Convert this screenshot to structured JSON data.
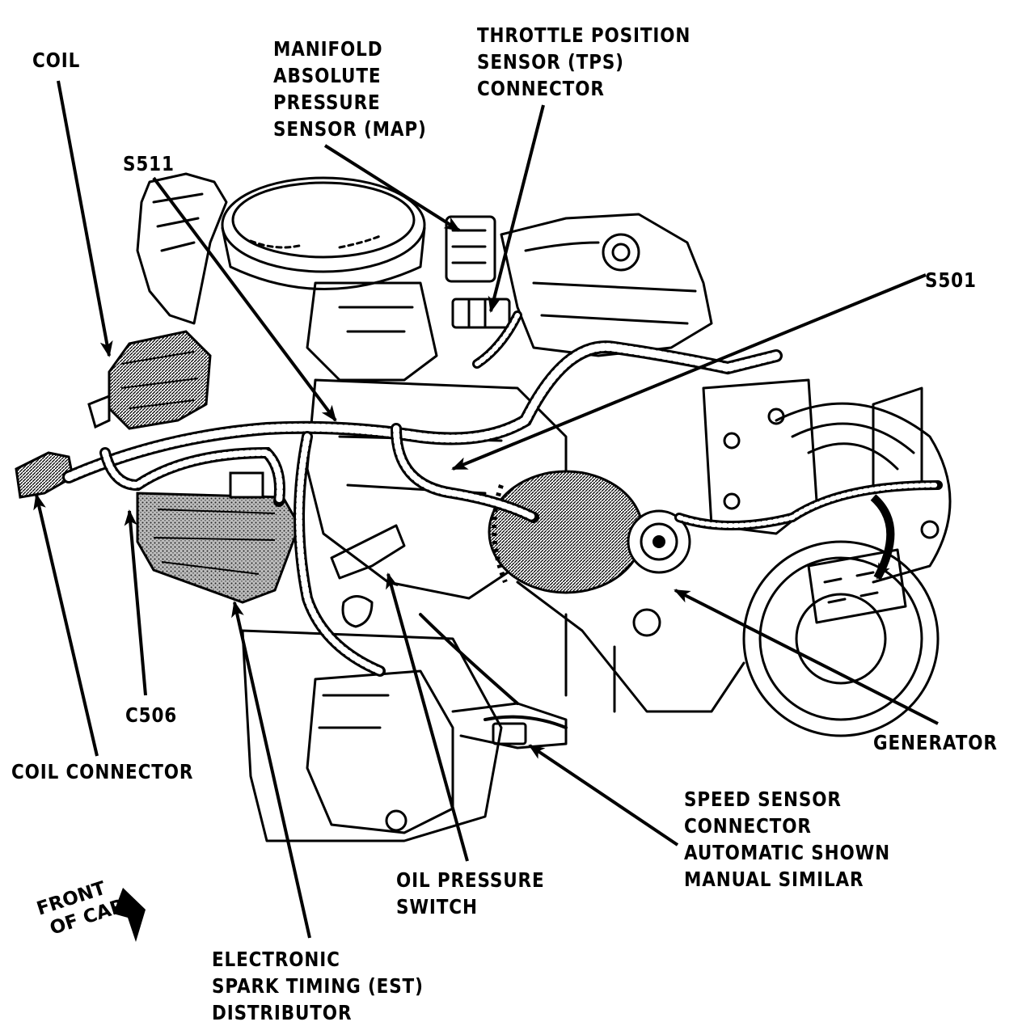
{
  "labels": {
    "coil": "COIL",
    "map_sensor": [
      "MANIFOLD",
      "ABSOLUTE",
      "PRESSURE",
      "SENSOR (MAP)"
    ],
    "tps_connector": [
      "THROTTLE POSITION",
      "SENSOR (TPS)",
      "CONNECTOR"
    ],
    "s511": "S511",
    "s501": "S501",
    "c506": "C506",
    "coil_connector": "COIL CONNECTOR",
    "generator": "GENERATOR",
    "speed_sensor_connector": [
      "SPEED SENSOR",
      "CONNECTOR",
      "AUTOMATIC SHOWN",
      "MANUAL SIMILAR"
    ],
    "oil_pressure_switch": [
      "OIL PRESSURE",
      "SWITCH"
    ],
    "est_distributor": [
      "ELECTRONIC",
      "SPARK TIMING (EST)",
      "DISTRIBUTOR"
    ],
    "front_of_car": [
      "FRONT",
      "OF CAR"
    ]
  },
  "colors": {
    "ink": "#000000",
    "paper": "#ffffff",
    "shade": "#9a9a9a"
  }
}
